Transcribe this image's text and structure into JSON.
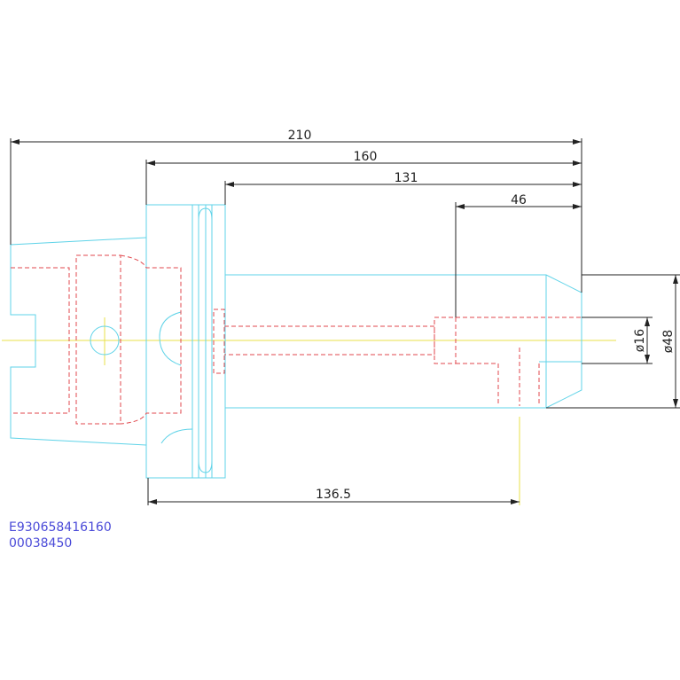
{
  "dimensions": {
    "overall_length": "210",
    "gauge_length": "160",
    "body_length": "131",
    "bore_depth": "46",
    "center_length": "136.5",
    "bore_diameter": "ø16",
    "outer_diameter": "ø48"
  },
  "part_codes": {
    "order_number": "E930658416160",
    "article_number": "00038450"
  },
  "colors": {
    "outline": "#5fd3e8",
    "hidden": "#e0474c",
    "centerline": "#e8e04a",
    "dimension": "#222222",
    "code_text": "#4a4ad8"
  }
}
